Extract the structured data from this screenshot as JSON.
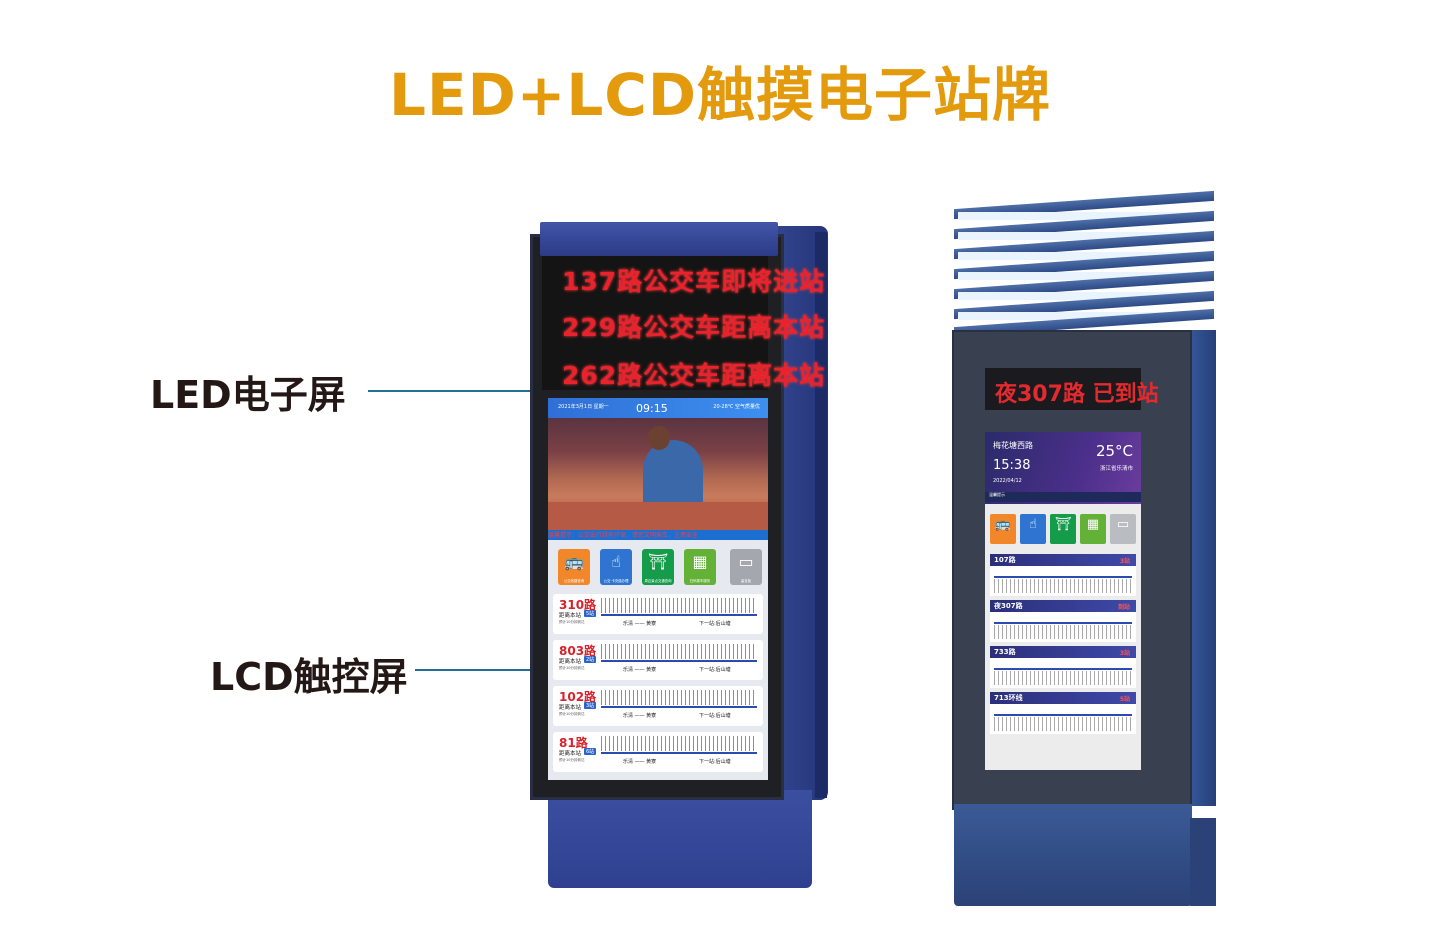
{
  "title": "LED+LCD触摸电子站牌",
  "callouts": {
    "led": "LED电子屏",
    "lcd": "LCD触控屏"
  },
  "left_kiosk": {
    "led_rows": [
      "137路公交车即将进站",
      "229路公交车距离本站",
      "262路公交车距离本站"
    ],
    "lcd": {
      "time": "09:15",
      "date": "2021年3月1日 星期一",
      "weather": "20-28℃   空气质量优",
      "ticker": "温馨提示：公交出行绿色环保，请您文明乘车，注意安全",
      "apps": [
        "公交线路查询",
        "公交·卡充值办理",
        "周边景点交通查询",
        "扫码乘车服务",
        "留言板"
      ],
      "routes": [
        {
          "num": "310路",
          "dist_label": "距离本站",
          "stops": "5站",
          "eta": "预计10分钟到达",
          "note": "本站开往方向",
          "dir": "乐清 —— 黄寮",
          "next": "下一站:后山塘"
        },
        {
          "num": "803路",
          "dist_label": "距离本站",
          "stops": "2站",
          "eta": "预计10分钟到达",
          "note": "本站开往方向",
          "dir": "乐清 —— 黄寮",
          "next": "下一站:后山塘"
        },
        {
          "num": "102路",
          "dist_label": "距离本站",
          "stops": "3站",
          "eta": "预计10分钟到达",
          "note": "本站开往方向",
          "dir": "乐清 —— 黄寮",
          "next": "下一站:后山塘"
        },
        {
          "num": "81路",
          "dist_label": "距离本站",
          "stops": "6站",
          "eta": "预计10分钟到达",
          "note": "本站开往方向",
          "dir": "乐清 —— 黄寮",
          "next": "下一站:后山塘"
        }
      ]
    }
  },
  "right_kiosk": {
    "led_text": "夜307路  已到站",
    "lcd": {
      "stop_name": "梅花塘西路",
      "time": "15:38",
      "date": "2022/04/12",
      "temperature": "25°C",
      "city": "浙江省乐清市",
      "notice_label": "温馨提示",
      "routes": [
        {
          "num": "107路",
          "status": "3站"
        },
        {
          "num": "夜307路",
          "status": "到站"
        },
        {
          "num": "733路",
          "status": "3站"
        },
        {
          "num": "713环线",
          "status": "5站"
        }
      ]
    }
  },
  "colors": {
    "title": "#e39a0c",
    "kiosk_blue": "#34468f",
    "led_red": "#e8232d"
  },
  "icons": [
    "bus-icon",
    "touch-card-icon",
    "temple-icon",
    "qr-code-icon",
    "message-icon"
  ]
}
